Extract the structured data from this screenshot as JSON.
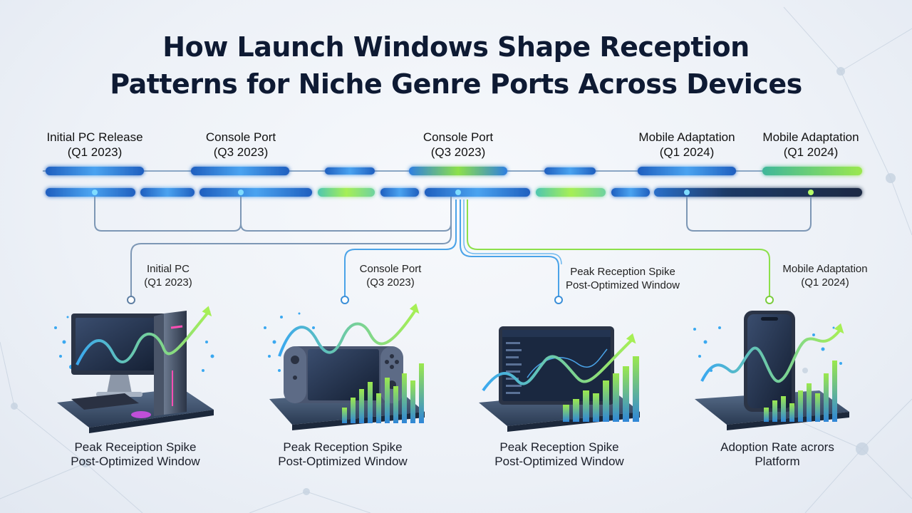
{
  "title": {
    "line1": "How Launch Windows Shape Reception",
    "line2": "Patterns for Niche Genre Ports Across Devices"
  },
  "milestones": [
    {
      "name": "Initial PC Release",
      "date": "(Q1 2023)"
    },
    {
      "name": "Console Port",
      "date": "(Q3 2023)"
    },
    {
      "name": "Console Port",
      "date": "(Q3 2023)"
    },
    {
      "name": "Mobile Adaptation",
      "date": "(Q1 2024)"
    },
    {
      "name": "Mobile Adaptation",
      "date": "(Q1 2024)"
    }
  ],
  "panels": [
    {
      "device": "desktop-pc",
      "label1": "Initial PC",
      "label2": "(Q1 2023)",
      "caption1": "Peak Receiption Spike",
      "caption2": "Post-Optimized Window"
    },
    {
      "device": "handheld-console",
      "label1": "Console Port",
      "label2": "(Q3 2023)",
      "caption1": "Peak Reception Spike",
      "caption2": "Post-Optimized Window"
    },
    {
      "device": "tablet",
      "label1": "Peak Reception Spike",
      "label2": "Post-Optimized Window",
      "caption1": "Peak Reception Spike",
      "caption2": "Post-Optimized Window"
    },
    {
      "device": "smartphone",
      "label1": "Mobile Adaptation",
      "label2": "(Q1 2024)",
      "caption1": "Adoption Rate acrors",
      "caption2": "Platform"
    }
  ],
  "colors": {
    "blue": "#2f7fe0",
    "blue_dark": "#1d4f9c",
    "green": "#8ce04a",
    "navy": "#1f2f4a",
    "connector": "#7d97b5",
    "cyan": "#3fb7e8"
  }
}
